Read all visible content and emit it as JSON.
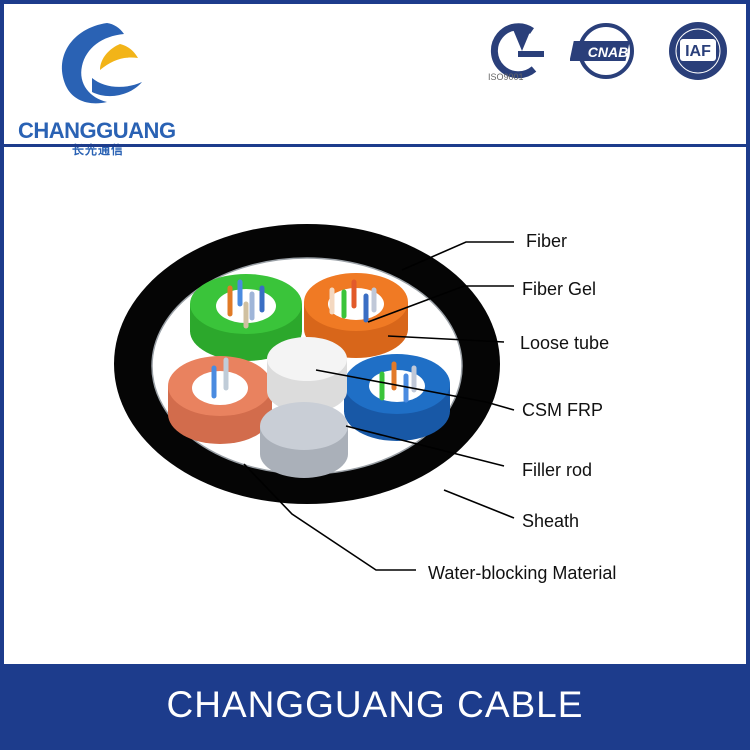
{
  "brand": {
    "name": "CHANGGUANG",
    "chinese_name": "长光通信",
    "logo_colors": {
      "blue": "#2a62b4",
      "yellow": "#f2b418"
    }
  },
  "certifications": {
    "iso_caption": "ISO9001",
    "cnab_text": "CNAB",
    "iaf_text": "IAF"
  },
  "diagram": {
    "labels": {
      "fiber": "Fiber",
      "fiber_gel": "Fiber Gel",
      "loose_tube": "Loose tube",
      "csm_frp": "CSM FRP",
      "filler_rod": "Filler rod",
      "sheath": "Sheath",
      "water_blocking": "Water-blocking Material"
    },
    "colors": {
      "sheath": "#050505",
      "tube_green": "#3ac43a",
      "tube_orange": "#f07a24",
      "tube_blue": "#1f6fc6",
      "tube_salmon": "#e9825f",
      "csm_frp": "#f4f4f4",
      "filler_rod": "#c9ced6"
    }
  },
  "footer": {
    "title": "CHANGGUANG CABLE",
    "background": "#1d3c8c"
  }
}
